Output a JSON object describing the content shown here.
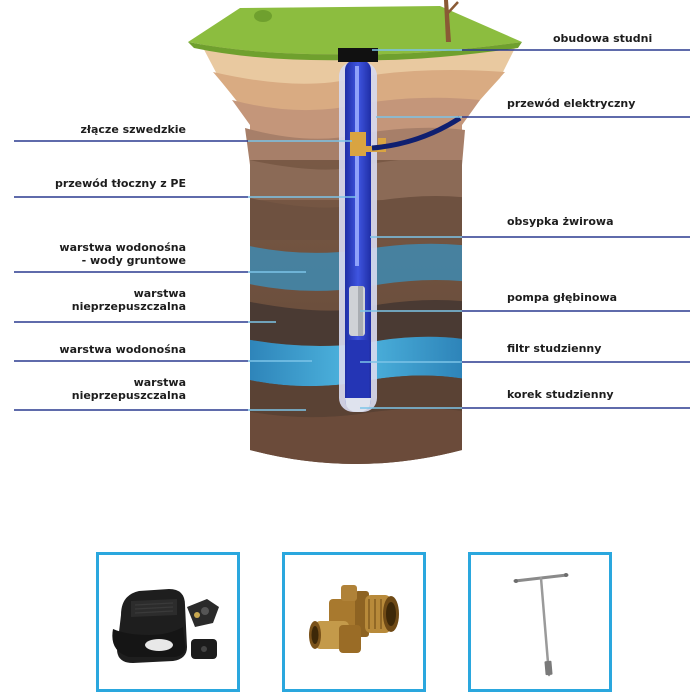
{
  "labels_left": [
    {
      "id": "swedish-fitting",
      "lines": [
        "złącze szwedzkie"
      ]
    },
    {
      "id": "pe-pressure-pipe",
      "lines": [
        "przewód tłoczny z PE"
      ]
    },
    {
      "id": "aquifer-groundwater",
      "lines": [
        "warstwa wodonośna",
        "- wody gruntowe"
      ]
    },
    {
      "id": "impermeable-layer-1",
      "lines": [
        "warstwa",
        "nieprzepuszczalna"
      ]
    },
    {
      "id": "aquifer",
      "lines": [
        "warstwa wodonośna"
      ]
    },
    {
      "id": "impermeable-layer-2",
      "lines": [
        "warstwa",
        "nieprzepuszczalna"
      ]
    }
  ],
  "labels_right": [
    {
      "id": "well-casing",
      "lines": [
        "obudowa studni"
      ]
    },
    {
      "id": "electric-cable",
      "lines": [
        "przewód elektryczny"
      ]
    },
    {
      "id": "gravel-pack",
      "lines": [
        "obsypka żwirowa"
      ]
    },
    {
      "id": "deep-well-pump",
      "lines": [
        "pompa głębinowa"
      ]
    },
    {
      "id": "well-filter",
      "lines": [
        "filtr studzienny"
      ]
    },
    {
      "id": "well-plug",
      "lines": [
        "korek studzienny"
      ]
    }
  ],
  "products": [
    {
      "icon": "well-cover-icon"
    },
    {
      "icon": "brass-swedish-fitting-icon"
    },
    {
      "icon": "t-handle-key-icon"
    }
  ],
  "colors": {
    "leader_line": "#2a3a8f",
    "pointer_line": "#7cc4e8",
    "product_border": "#2aa7de",
    "grass": "#8cbd3f",
    "pipe_blue": "#2b3bb8"
  }
}
